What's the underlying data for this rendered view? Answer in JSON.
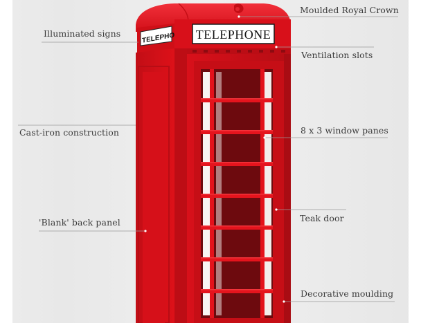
{
  "diagram": {
    "sign_front": "TELEPHONE",
    "sign_side": "TELEPHONE",
    "labels": {
      "crown": "Moulded Royal Crown",
      "illuminated": "Illuminated signs",
      "ventilation": "Ventilation slots",
      "cast_iron": "Cast-iron construction",
      "window_panes": "8 x 3 window panes",
      "back_panel": "'Blank' back panel",
      "teak_door": "Teak door",
      "moulding": "Decorative moulding"
    }
  },
  "colors": {
    "box_red": "#e0111b",
    "box_dark": "#b50d14",
    "box_light": "#f0262e",
    "interior": "#6d0a0e",
    "glass": "#f8f4f2",
    "leader": "#9a9a9a"
  }
}
